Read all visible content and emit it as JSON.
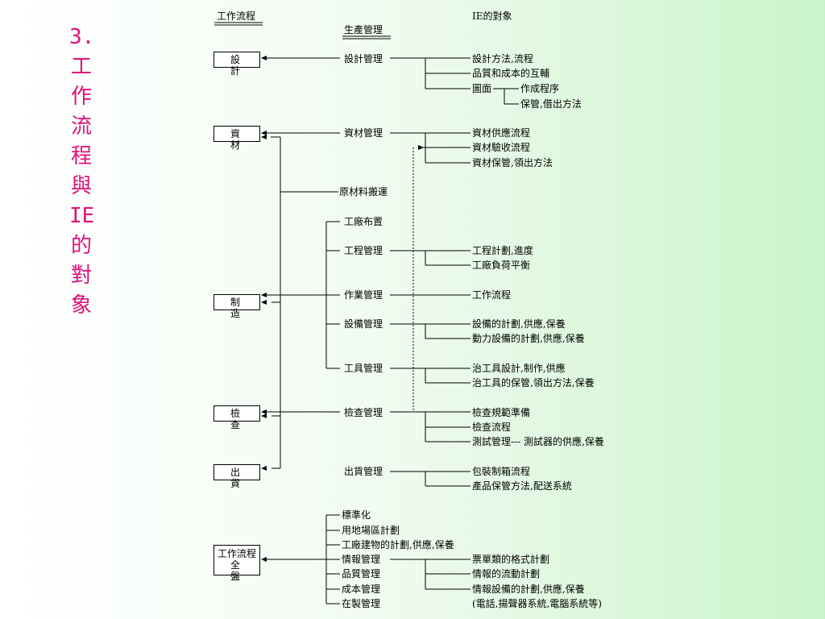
{
  "title": {
    "chars": [
      "3.",
      "工",
      "作",
      "流",
      "程",
      "與",
      "IE",
      "的",
      "對",
      "象"
    ]
  },
  "headers": {
    "workflow": "工作流程",
    "ie_objects": "IE的對象",
    "production": "生產管理"
  },
  "workflow_boxes": [
    {
      "lines": [
        "設　計"
      ]
    },
    {
      "lines": [
        "資　材"
      ]
    },
    {
      "lines": [
        "制　造"
      ]
    },
    {
      "lines": [
        "檢　查"
      ]
    },
    {
      "lines": [
        "出　貨"
      ]
    },
    {
      "lines": [
        "工作流程",
        "全　盤"
      ]
    }
  ],
  "management": [
    "設計管理",
    "資材管理",
    "原材料搬運",
    "工廠布置",
    "工程管理",
    "作業管理",
    "設備管理",
    "工具管理",
    "檢查管理",
    "出貨管理"
  ],
  "overall": [
    "標準化",
    "用地場區計劃",
    "工廠建物的計劃,供應,保養",
    "情報管理",
    "品質管理",
    "成本管理",
    "在製管理"
  ],
  "items": {
    "design": [
      "設計方法,流程",
      "品質和成本的互輔",
      "圖面",
      "作成程序",
      "保管,借出方法"
    ],
    "material": [
      "資材供應流程",
      "資材驗收流程",
      "資材保管,領出方法"
    ],
    "process": [
      "工程計劃,進度",
      "工廠負荷平衡"
    ],
    "operation": [
      "工作流程"
    ],
    "equipment": [
      "設備的計劃,供應,保養",
      "動力設備的計劃,供應,保養"
    ],
    "tools": [
      "治工具設計,制作,供應",
      "治工具的保管,領出方法,保養"
    ],
    "inspection": [
      "檢查規範準備",
      "檢查流程",
      "測試管理--- 測試器的供應,保養"
    ],
    "shipping": [
      "包裝制箱流程",
      "產品保管方法,配送系統"
    ],
    "information": [
      "票單類的格式計劃",
      "情報的流動計劃",
      "情報設備的計劃,供應,保養",
      "(電話,揚聲器系統,電腦系統等)"
    ]
  }
}
